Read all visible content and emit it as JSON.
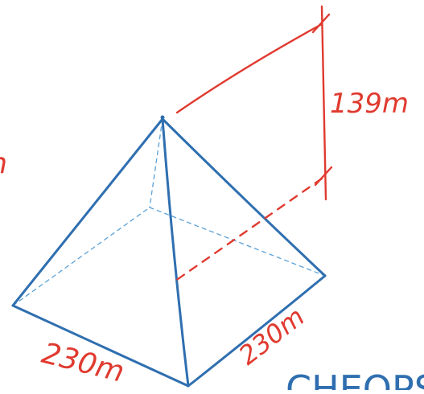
{
  "labels": {
    "height": "139m",
    "base_left": "230m",
    "base_right": "230m",
    "edge_partial": "m",
    "caption_partial": "CHEOPS"
  },
  "colors": {
    "pyramid": "#2f6fb0",
    "hidden_edges": "#5aa1d8",
    "annotation": "#e03a2f"
  }
}
